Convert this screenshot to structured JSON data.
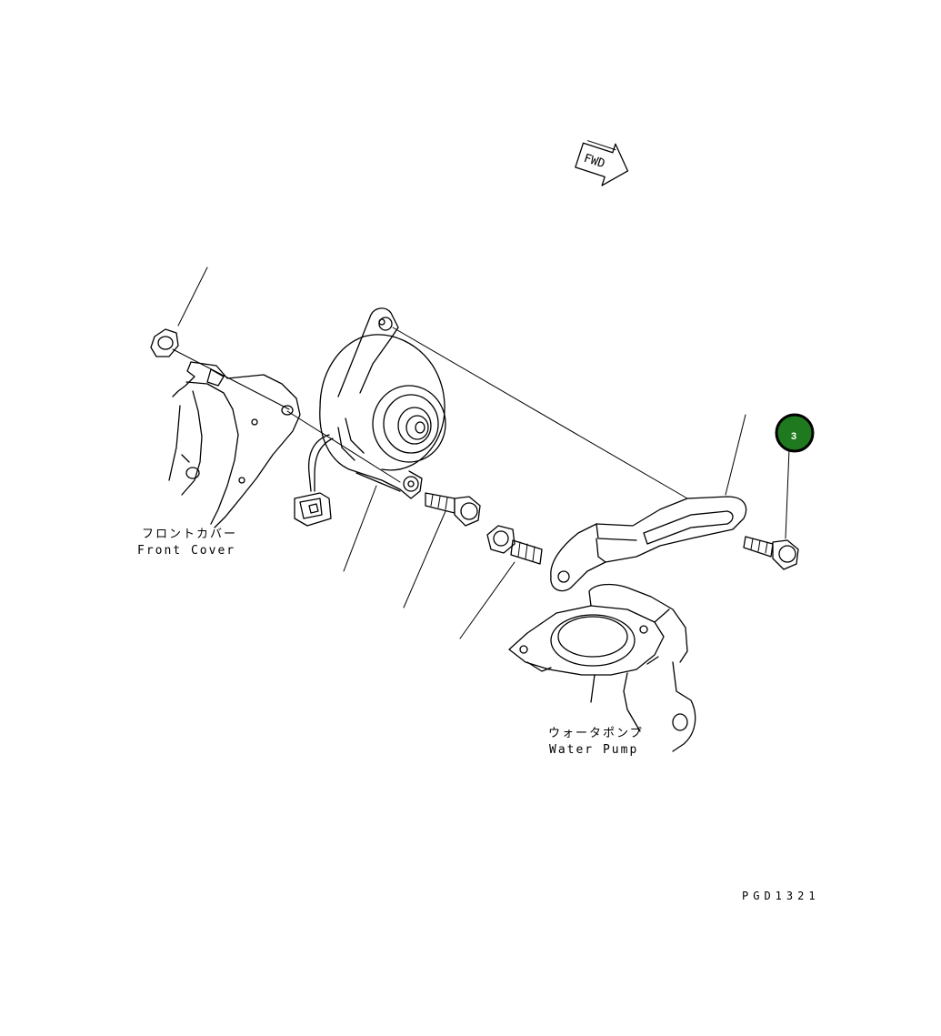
{
  "diagram": {
    "fwd_label": "FWD",
    "labels": {
      "front_cover_jp": "フロントカバー",
      "front_cover_en": "Front Cover",
      "water_pump_jp": "ウォータポンプ",
      "water_pump_en": "Water Pump"
    },
    "callout": {
      "number": "3",
      "fill_color": "#1f7a1f",
      "text_color": "#ffffff"
    },
    "figure_code": "PGD1321"
  }
}
